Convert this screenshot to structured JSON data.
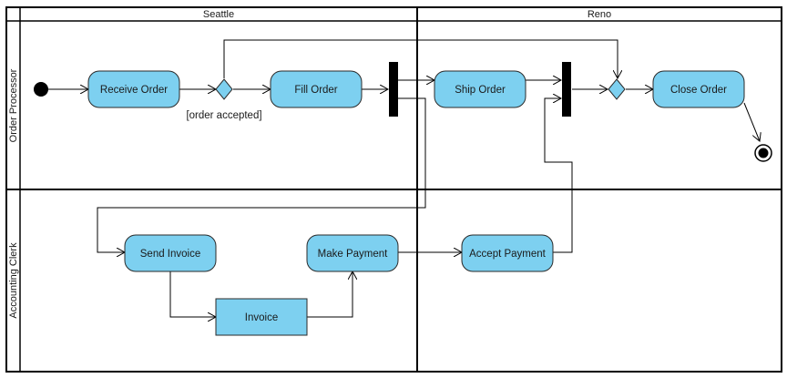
{
  "diagram": {
    "partitions": {
      "columns": [
        "Seattle",
        "Reno"
      ],
      "rows": [
        "Order Processor",
        "Accounting Clerk"
      ]
    },
    "actions": {
      "receive_order": "Receive Order",
      "fill_order": "Fill Order",
      "ship_order": "Ship Order",
      "close_order": "Close Order",
      "send_invoice": "Send Invoice",
      "make_payment": "Make Payment",
      "accept_payment": "Accept Payment"
    },
    "objects": {
      "invoice": "Invoice"
    },
    "guards": {
      "order_accepted": "[order accepted]"
    },
    "colors": {
      "action_fill": "#7dd0f0",
      "action_stroke": "#2a2a2a",
      "line": "#000000"
    }
  }
}
